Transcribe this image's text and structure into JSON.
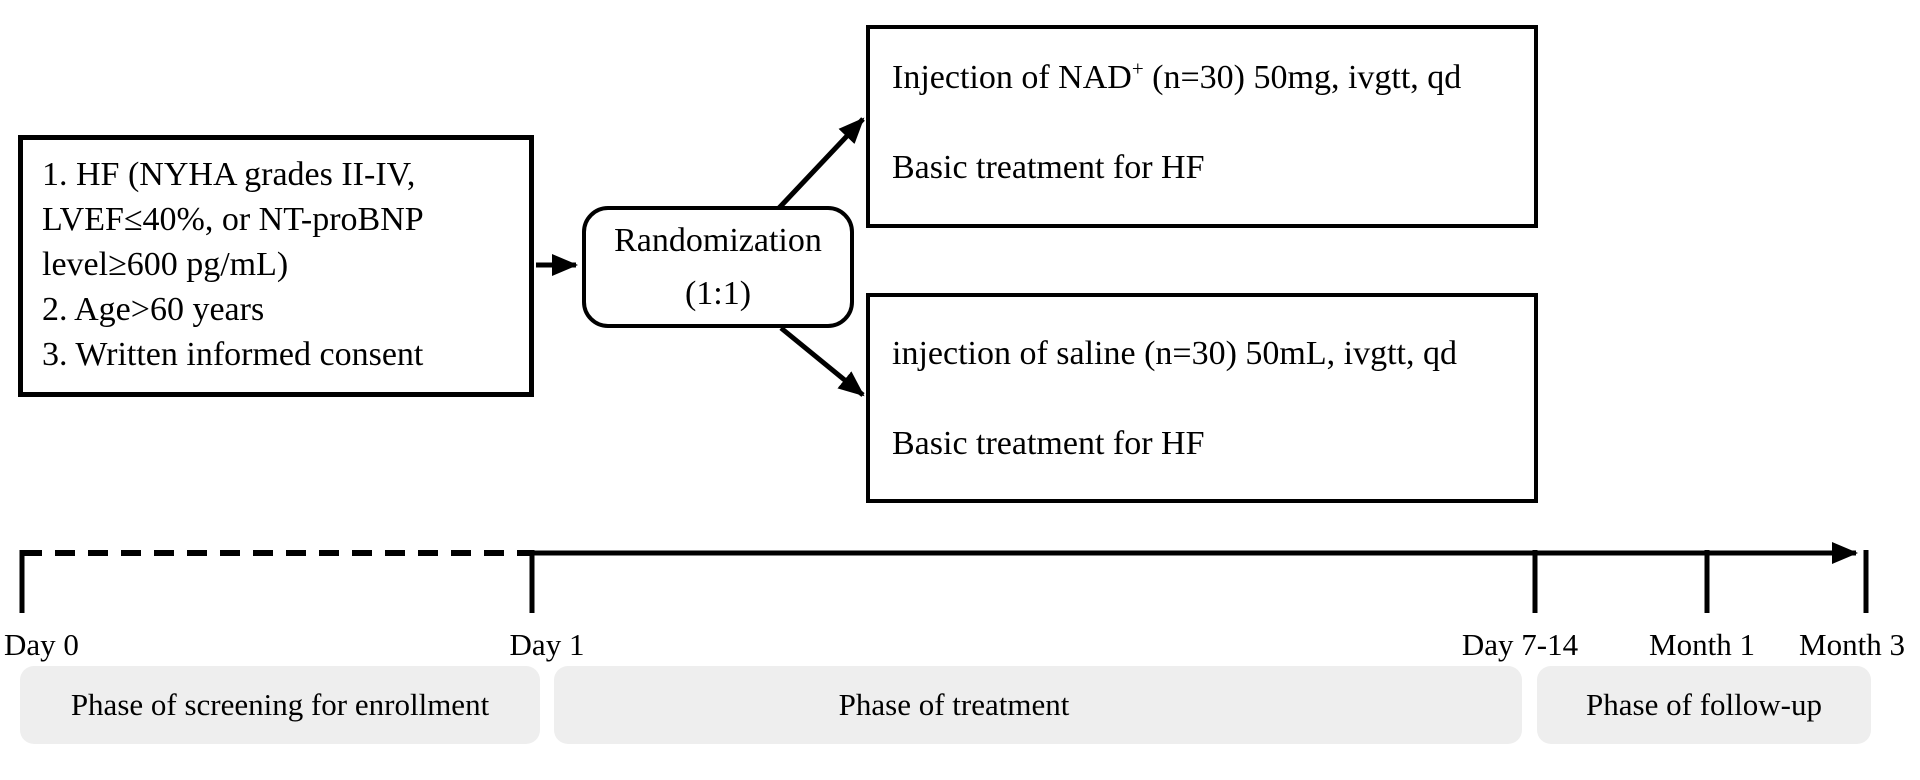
{
  "figure": {
    "eligibility_box": {
      "lines": [
        "1. HF (NYHA grades II-IV,",
        "LVEF≤40%, or NT-proBNP",
        "level≥600 pg/mL)",
        "2. Age>60 years",
        "3. Written informed consent"
      ]
    },
    "randomization_box": {
      "line1": "Randomization",
      "line2": "(1:1)"
    },
    "nad_arm_box": {
      "line1_pre": "Injection of NAD",
      "line1_sup": "+",
      "line1_post": " (n=30) 50mg, ivgtt, qd",
      "line2": "Basic treatment for HF"
    },
    "saline_arm_box": {
      "line1": "injection of saline (n=30) 50mL, ivgtt, qd",
      "line2": "Basic treatment for HF"
    }
  },
  "timeline": {
    "tick_labels": [
      "Day 0",
      "Day 1",
      "Day 7-14",
      "Month 1",
      "Month 3"
    ],
    "phases": [
      "Phase of screening for enrollment",
      "Phase of treatment",
      "Phase of follow-up"
    ]
  },
  "colors": {
    "line": "#000000",
    "text": "#000000",
    "phase_bar_bg": "#eeeeee",
    "background": "#ffffff"
  }
}
